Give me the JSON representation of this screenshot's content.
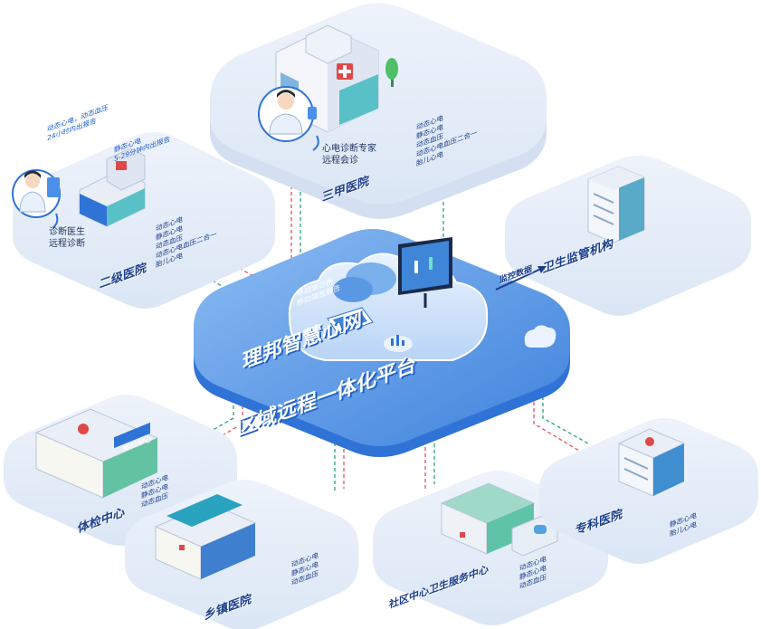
{
  "central": {
    "line1": "理邦智慧心网",
    "line2": "区域远程一体化平台",
    "cloud_line1": "移动端诊断",
    "cloud_line2": "移动端签报告"
  },
  "monitor_label": "监控数据",
  "top_hospital": {
    "title": "三甲医院",
    "services": [
      "动态心电",
      "静态心电",
      "动态血压",
      "动态心电血压二合一",
      "胎儿心电"
    ],
    "note": [
      "心电诊断专家",
      "远程会诊"
    ]
  },
  "county_hospital": {
    "title": "二级医院",
    "services": [
      "动态心电",
      "静态心电",
      "动态血压",
      "动态心电血压二合一",
      "胎儿心电"
    ],
    "note": [
      "诊断医生",
      "远程诊断"
    ],
    "badge_left": [
      "动态心电，动态血压",
      "24小时内出报告"
    ],
    "badge_right": [
      "静态心电",
      "5-29分钟内出报告"
    ]
  },
  "health_dept": {
    "title": "卫生监管机构"
  },
  "exam_center": {
    "title": "体检中心",
    "sign": "体检中心",
    "services": [
      "动态心电",
      "静态心电",
      "动态血压"
    ]
  },
  "township": {
    "title": "乡镇医院",
    "services": [
      "动态心电",
      "静态心电",
      "动态血压"
    ]
  },
  "community": {
    "title": "社区中心卫生服务中心",
    "services": [
      "动态心电",
      "静态心电",
      "动态血压"
    ]
  },
  "specialty": {
    "title": "专科医院",
    "services": [
      "静态心电",
      "胎儿心电"
    ]
  },
  "colors": {
    "platform": "#e3ecf8",
    "platform_edge": "#c9d8ee",
    "center_blue": "#5d9ce8",
    "center_dark": "#2f73d6",
    "line_red": "#e0545a",
    "line_green": "#2aa37a",
    "title_blue": "#1b3e8c"
  }
}
